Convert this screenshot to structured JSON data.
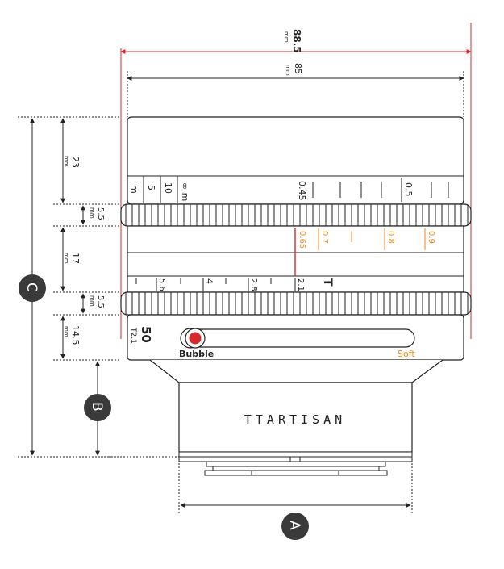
{
  "colors": {
    "line": "#222222",
    "red": "#d6282b",
    "orange": "#e8891e",
    "badge": "#3a3a3a",
    "gray": "#888888"
  },
  "dimensions": {
    "total_width": {
      "value": "88.5",
      "unit": "mm"
    },
    "body_width": {
      "value": "85",
      "unit": "mm"
    },
    "front_section": {
      "value": "23",
      "unit": "mm"
    },
    "focus_ring": {
      "value": "5.5",
      "unit": "mm"
    },
    "middle_section": {
      "value": "17",
      "unit": "mm"
    },
    "aperture_ring": {
      "value": "5.5",
      "unit": "mm"
    },
    "rear_section": {
      "value": "14.5",
      "unit": "mm"
    },
    "markers": {
      "a": "A",
      "b": "B",
      "c": "C"
    }
  },
  "lens": {
    "distance_scale_labels": [
      "m",
      "5",
      "10",
      "∞ m"
    ],
    "distance_near_labels": [
      "0.45",
      "0.5"
    ],
    "bokeh_scale_labels": [
      "0.65",
      "0.7",
      "0.8",
      "0.9"
    ],
    "aperture_labels": [
      "5.6",
      "4",
      "2.8",
      "2.1",
      "T"
    ],
    "focal_length": "50",
    "t_stop": "T2.1",
    "switch_left": "Bubble",
    "switch_right": "Soft",
    "brand": "TTARTISAN"
  }
}
